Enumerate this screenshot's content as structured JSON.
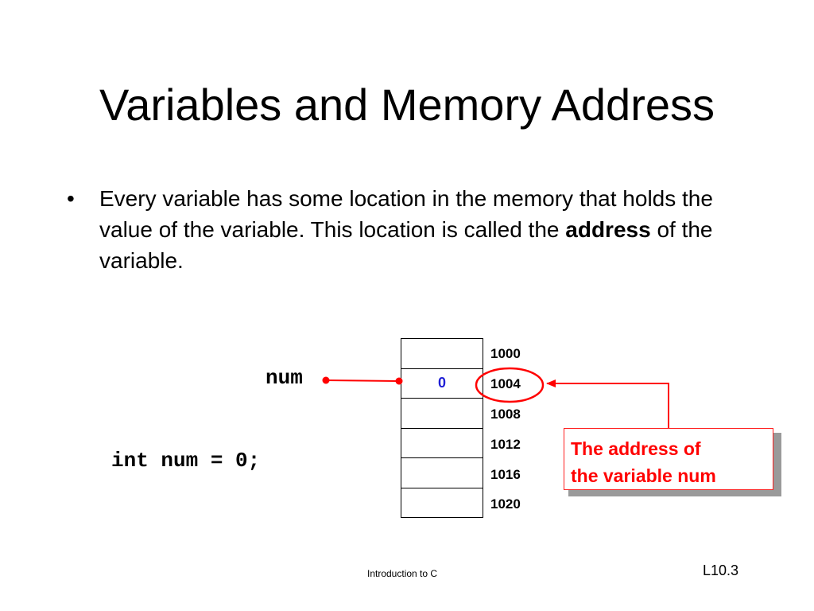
{
  "slide": {
    "title": "Variables and Memory Address",
    "bullet": {
      "marker": "•",
      "text_before": "Every variable has some location in the memory that holds the value of the variable. This location is called the ",
      "bold": "address",
      "text_after": " of the variable."
    },
    "variable_name": "num",
    "declaration": "int num = 0;",
    "memory": {
      "cells": [
        "",
        "0",
        "",
        "",
        "",
        ""
      ],
      "addresses": [
        "1000",
        "1004",
        "1008",
        "1012",
        "1016",
        "1020"
      ],
      "highlighted_index": 1
    },
    "callout": {
      "line1": "The address of",
      "line2": "the variable num"
    },
    "colors": {
      "accent": "#ff0000",
      "value_text": "#1f1fd6",
      "callout_shadow": "#9a9a9a"
    },
    "footer": {
      "center": "Introduction to C",
      "page": "L10.3"
    }
  }
}
